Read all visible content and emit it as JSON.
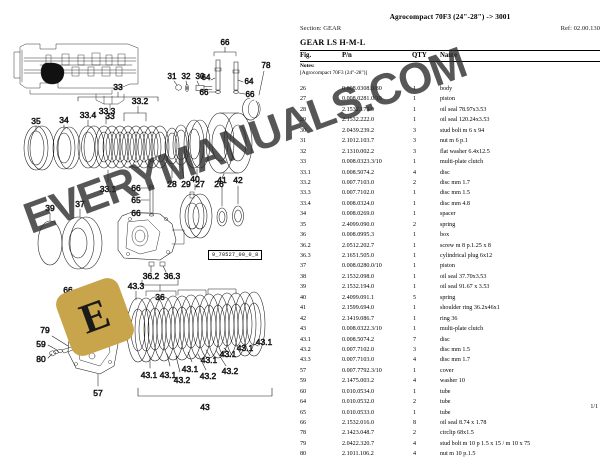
{
  "header": {
    "title": "Agrocompact 70F3 (24\"-28\") -> 3001",
    "section_label": "Section: GEAR",
    "ref_label": "Ref: 02.00.130",
    "subtitle": "GEAR LS H-M-L"
  },
  "table": {
    "columns": {
      "fig": "Fig.",
      "pn": "P/n",
      "qty": "QTY",
      "name": "Name"
    },
    "notes_heading": "Notes:",
    "notes_body": "[Agrocompact 70F3 (24\"-28\")]",
    "rows": [
      {
        "fig": "26",
        "pn": "0.008.0308.0/80",
        "qty": "1",
        "name": "body"
      },
      {
        "fig": "27",
        "pn": "0.008.0281.0/10",
        "qty": "1",
        "name": "piston"
      },
      {
        "fig": "28",
        "pn": "2.1532.179.0",
        "qty": "1",
        "name": "oil seal 78.97x3.53"
      },
      {
        "fig": "29",
        "pn": "2.1532.222.0",
        "qty": "1",
        "name": "oil seal 120.24x3.53"
      },
      {
        "fig": "30",
        "pn": "2.0439.239.2",
        "qty": "3",
        "name": "stud bolt m 6 x 94"
      },
      {
        "fig": "31",
        "pn": "2.1012.103.7",
        "qty": "3",
        "name": "nut m 6 p.1"
      },
      {
        "fig": "32",
        "pn": "2.1310.002.2",
        "qty": "3",
        "name": "flat washer 6.4x12.5"
      },
      {
        "fig": "33",
        "pn": "0.008.0323.3/10",
        "qty": "1",
        "name": "multi-plate clutch"
      },
      {
        "fig": "33.1",
        "pn": "0.008.5074.2",
        "qty": "4",
        "name": "disc"
      },
      {
        "fig": "33.2",
        "pn": "0.007.7103.0",
        "qty": "2",
        "name": "disc mm 1.7"
      },
      {
        "fig": "33.3",
        "pn": "0.007.7102.0",
        "qty": "1",
        "name": "disc mm 1.5"
      },
      {
        "fig": "33.4",
        "pn": "0.008.0324.0",
        "qty": "1",
        "name": "disc mm 4.8"
      },
      {
        "fig": "34",
        "pn": "0.008.0269.0",
        "qty": "1",
        "name": "spacer"
      },
      {
        "fig": "35",
        "pn": "2.4099.090.0",
        "qty": "2",
        "name": "spring"
      },
      {
        "fig": "36",
        "pn": "0.008.0995.3",
        "qty": "1",
        "name": "box"
      },
      {
        "fig": "36.2",
        "pn": "2.0512.202.7",
        "qty": "1",
        "name": "screw m 8 p.1.25 x 8"
      },
      {
        "fig": "36.3",
        "pn": "2.1651.505.0",
        "qty": "1",
        "name": "cylindrical plug 6x12"
      },
      {
        "fig": "37",
        "pn": "0.008.0280.0/10",
        "qty": "1",
        "name": "piston"
      },
      {
        "fig": "38",
        "pn": "2.1532.098.0",
        "qty": "1",
        "name": "oil seal 37.70x3.53"
      },
      {
        "fig": "39",
        "pn": "2.1532.194.0",
        "qty": "1",
        "name": "oil seal 91.67 x 3.53"
      },
      {
        "fig": "40",
        "pn": "2.4099.091.1",
        "qty": "5",
        "name": "spring"
      },
      {
        "fig": "41",
        "pn": "2.1599.694.0",
        "qty": "1",
        "name": "shoulder ring 36.2x46x1"
      },
      {
        "fig": "42",
        "pn": "2.1419.086.7",
        "qty": "1",
        "name": "ring 36"
      },
      {
        "fig": "43",
        "pn": "0.008.0322.3/10",
        "qty": "1",
        "name": "multi-plate clutch"
      },
      {
        "fig": "43.1",
        "pn": "0.008.5074.2",
        "qty": "7",
        "name": "disc"
      },
      {
        "fig": "43.2",
        "pn": "0.007.7102.0",
        "qty": "3",
        "name": "disc mm 1.5"
      },
      {
        "fig": "43.3",
        "pn": "0.007.7103.0",
        "qty": "4",
        "name": "disc mm 1.7"
      },
      {
        "fig": "57",
        "pn": "0.007.7792.3/10",
        "qty": "1",
        "name": "cover"
      },
      {
        "fig": "59",
        "pn": "2.1475.003.2",
        "qty": "4",
        "name": "washer 10"
      },
      {
        "fig": "60",
        "pn": "0.010.0534.0",
        "qty": "1",
        "name": "tube"
      },
      {
        "fig": "64",
        "pn": "0.010.0532.0",
        "qty": "2",
        "name": "tube"
      },
      {
        "fig": "65",
        "pn": "0.010.0533.0",
        "qty": "1",
        "name": "tube"
      },
      {
        "fig": "66",
        "pn": "2.1532.016.0",
        "qty": "8",
        "name": "oil seal 8.74 x 1.78"
      },
      {
        "fig": "78",
        "pn": "2.1423.048.7",
        "qty": "2",
        "name": "circlip 68x1.5"
      },
      {
        "fig": "79",
        "pn": "2.0422.320.7",
        "qty": "4",
        "name": "stud bolt m 10 p 1.5 x 15 / m 10 x 75"
      },
      {
        "fig": "80",
        "pn": "2.1011.106.2",
        "qty": "4",
        "name": "nut m 10 p.1.5"
      }
    ]
  },
  "footer": {
    "page_number": "1/1"
  },
  "diagram": {
    "drawing_ref": "9_70527_00_0_8",
    "callouts": [
      "33",
      "66",
      "31",
      "32",
      "30",
      "64",
      "64",
      "66",
      "66",
      "66",
      "78",
      "33.2",
      "33.3",
      "33.4",
      "34",
      "35",
      "28",
      "29",
      "27",
      "26",
      "33.1",
      "66",
      "65",
      "66",
      "40",
      "41",
      "42",
      "39",
      "37",
      "36.2",
      "36.3",
      "36",
      "66",
      "60",
      "66",
      "43.3",
      "57",
      "79",
      "59",
      "80",
      "43.1",
      "43.1",
      "43.1",
      "43.1",
      "43.1",
      "43.1",
      "43.1",
      "43.2",
      "43.2",
      "43.2",
      "43"
    ]
  },
  "watermark": {
    "text": "EVERYMANUALS.COM",
    "logo_glyph": "E",
    "logo_color": "#c8a44a"
  }
}
